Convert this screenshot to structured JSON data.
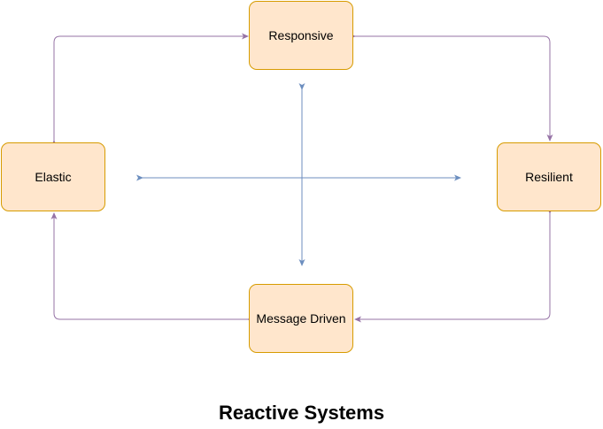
{
  "title": "Reactive Systems",
  "nodes": {
    "responsive": "Responsive",
    "elastic": "Elastic",
    "resilient": "Resilient",
    "message_driven": "Message Driven"
  },
  "colors": {
    "node_fill": "#ffe6cc",
    "node_stroke": "#d79b00",
    "cycle_edges": "#9673a6",
    "axis_arrows": "#6c8ebf"
  }
}
